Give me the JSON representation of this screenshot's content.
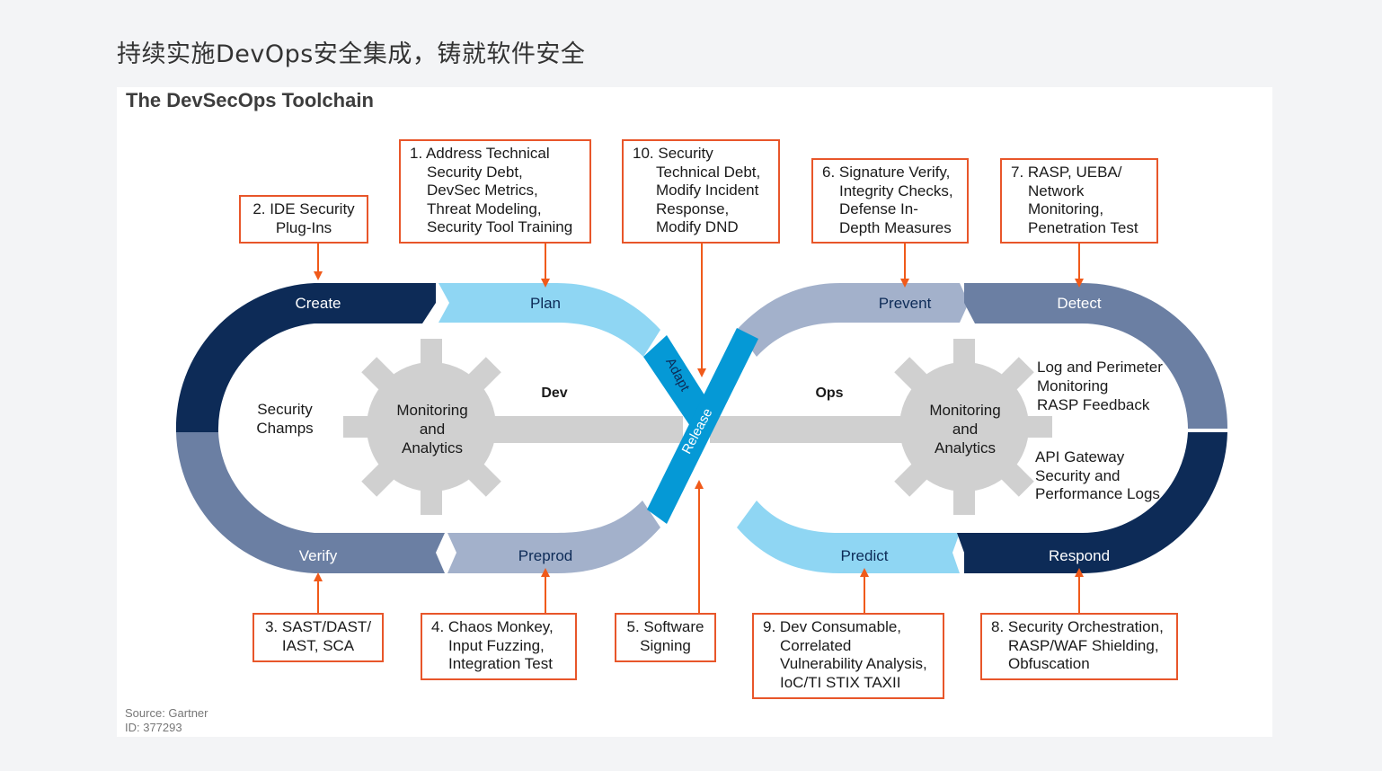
{
  "page_title": "持续实施DevOps安全集成，铸就软件安全",
  "diagram_title": "The DevSecOps Toolchain",
  "source": {
    "line1": "Source: Gartner",
    "line2": "ID: 377293"
  },
  "segments": {
    "create": "Create",
    "plan": "Plan",
    "verify": "Verify",
    "preprod": "Preprod",
    "prevent": "Prevent",
    "detect": "Detect",
    "predict": "Predict",
    "respond": "Respond",
    "adapt": "Adapt",
    "release": "Release"
  },
  "center": {
    "dev": "Dev",
    "ops": "Ops",
    "security_champs": [
      "Security",
      "Champs"
    ],
    "monitoring_left": [
      "Monitoring",
      "and",
      "Analytics"
    ],
    "monitoring_right": [
      "Monitoring",
      "and",
      "Analytics"
    ],
    "log_perimeter": [
      "Log and Perimeter",
      "Monitoring",
      "RASP Feedback"
    ],
    "api_gateway": [
      "API Gateway",
      "Security and",
      "Performance Logs"
    ]
  },
  "boxes": {
    "b1": [
      "1. Address Technical",
      "Security Debt,",
      "DevSec Metrics,",
      "Threat Modeling,",
      "Security Tool Training"
    ],
    "b2": [
      "2. IDE Security",
      "Plug-Ins"
    ],
    "b3": [
      "3. SAST/DAST/",
      "IAST, SCA"
    ],
    "b4": [
      "4. Chaos Monkey,",
      "Input Fuzzing,",
      "Integration Test"
    ],
    "b5": [
      "5. Software",
      "Signing"
    ],
    "b6": [
      "6. Signature Verify,",
      "Integrity Checks,",
      "Defense In-",
      "Depth Measures"
    ],
    "b7": [
      "7. RASP, UEBA/",
      "Network",
      "Monitoring,",
      "Penetration Test"
    ],
    "b8": [
      "8. Security Orchestration,",
      "RASP/WAF Shielding,",
      "Obfuscation"
    ],
    "b9": [
      "9. Dev Consumable,",
      "Correlated",
      "Vulnerability Analysis,",
      "IoC/TI STIX TAXII"
    ],
    "b10": [
      "10. Security",
      "Technical Debt,",
      "Modify Incident",
      "Response,",
      "Modify DND"
    ]
  },
  "colors": {
    "navy": "#0d2b57",
    "steel": "#6b7fa3",
    "lightsteel": "#a3b1cb",
    "sky": "#8fd6f3",
    "blue": "#0599d6",
    "gear": "#d0d0d0",
    "orange": "#f05a1a",
    "box_border": "#e8562a"
  }
}
